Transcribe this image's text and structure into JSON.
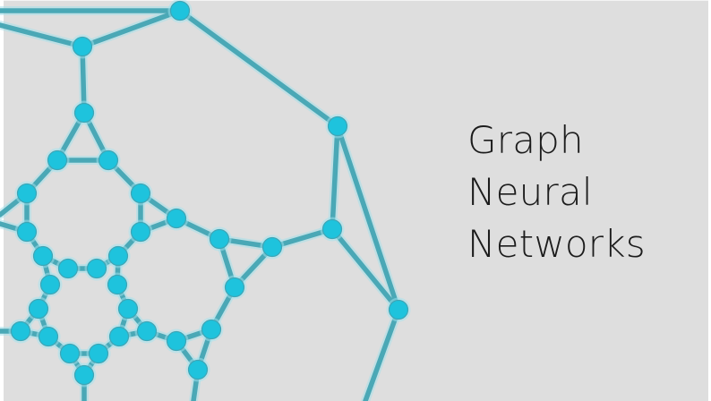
{
  "slide": {
    "title_lines": [
      "Graph",
      "Neural",
      "Networks"
    ],
    "background_color": "#dedede",
    "edge_color": "#4aa8b6",
    "node_color": "#1ec3dd"
  }
}
